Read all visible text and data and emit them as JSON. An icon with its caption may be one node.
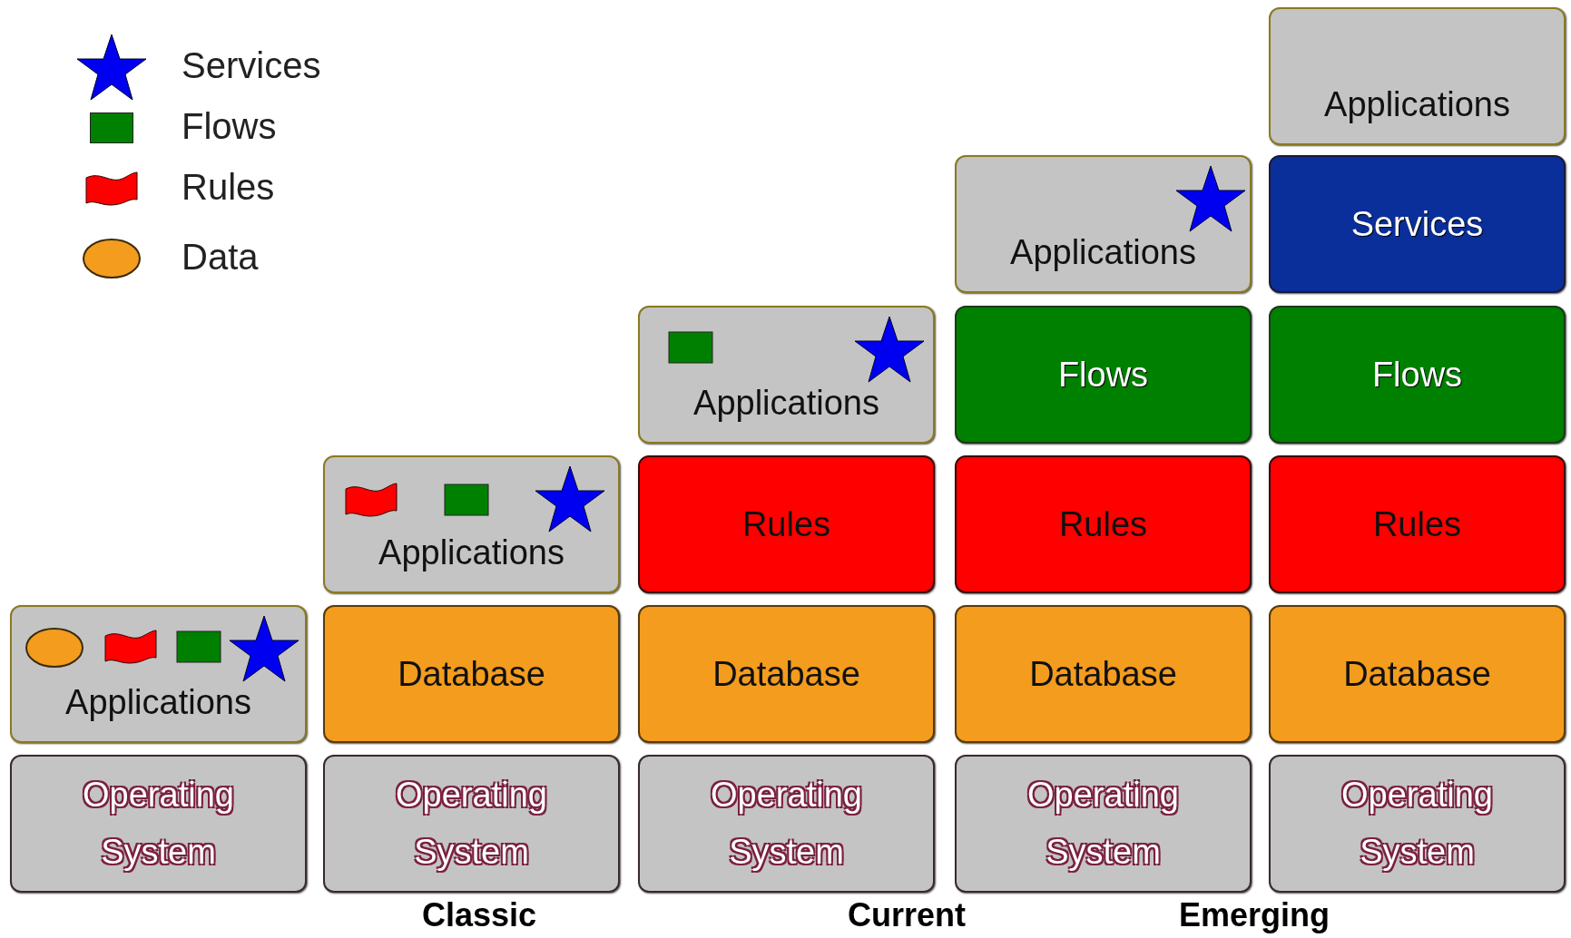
{
  "diagram": {
    "nodes": [
      {
        "text": [
          "Applications"
        ]
      },
      {
        "text": [
          "Applications"
        ]
      },
      {
        "text": [
          "Services"
        ]
      },
      {
        "text": [
          "Applications"
        ]
      },
      {
        "text": [
          "Flows"
        ]
      },
      {
        "text": [
          "Flows"
        ]
      },
      {
        "text": [
          "Applications"
        ]
      },
      {
        "text": [
          "Rules"
        ]
      },
      {
        "text": [
          "Rules"
        ]
      },
      {
        "text": [
          "Rules"
        ]
      },
      {
        "text": [
          "Applications"
        ]
      },
      {
        "text": [
          "Database"
        ]
      },
      {
        "text": [
          "Database"
        ]
      },
      {
        "text": [
          "Database"
        ]
      },
      {
        "text": [
          "Database"
        ]
      },
      {
        "text": [
          "Operating System"
        ]
      },
      {
        "text": [
          "Operating System"
        ]
      },
      {
        "text": [
          "Operating System"
        ]
      },
      {
        "text": [
          "Operating System"
        ]
      },
      {
        "text": [
          "Operating System"
        ]
      }
    ],
    "edges": [],
    "labels": [
      "Classic",
      "Current",
      "Emerging"
    ],
    "legend": [
      {
        "text": "Services"
      },
      {
        "text": "Flows",
        "color": "#008000"
      },
      {
        "text": "Rules"
      },
      {
        "text": "Data"
      }
    ]
  }
}
